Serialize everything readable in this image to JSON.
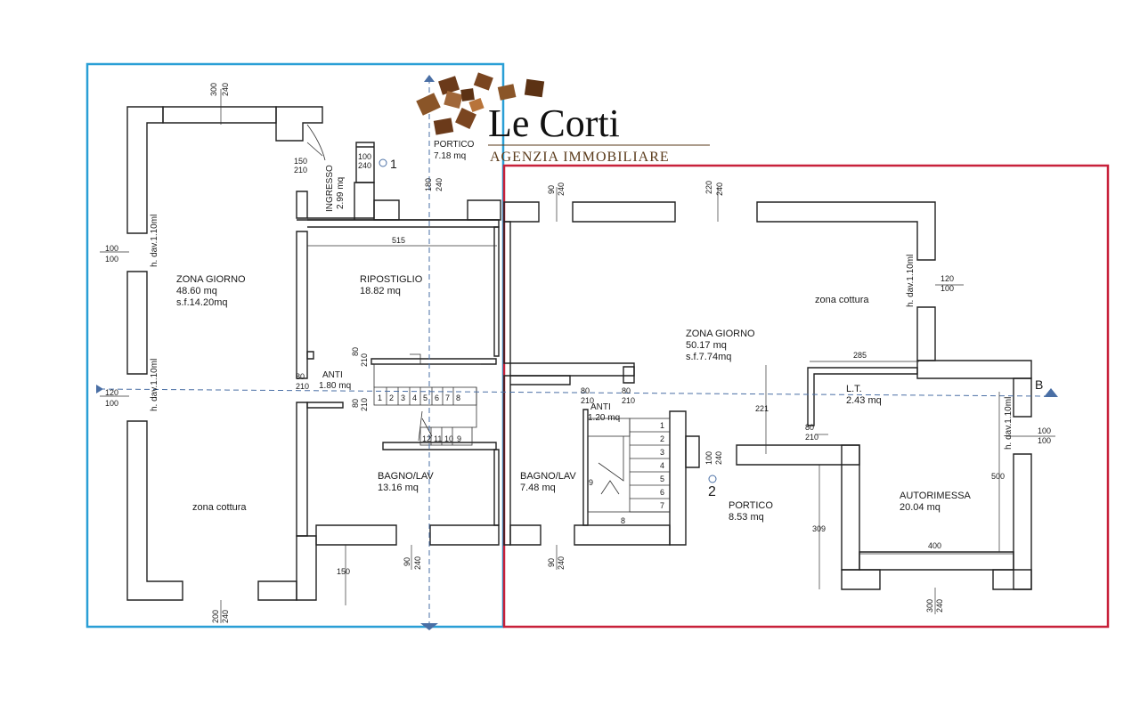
{
  "logo": {
    "title": "Le Corti",
    "subtitle": "AGENZIA IMMOBILIARE",
    "colors": {
      "brand": "#5a3a1a",
      "accent": "#b8743a"
    }
  },
  "units": {
    "left_border_color": "#2a9fd6",
    "right_border_color": "#c8213a"
  },
  "section_markers": {
    "one": "1",
    "two": "2",
    "b": "B"
  },
  "left": {
    "zona_giorno": {
      "name": "ZONA GIORNO",
      "area": "48.60 mq",
      "sf": "s.f.14.20mq"
    },
    "zona_cottura": "zona cottura",
    "ingresso": {
      "name": "INGRESSO",
      "area": "2.99 mq"
    },
    "portico": {
      "name": "PORTICO",
      "area": "7.18 mq"
    },
    "ripostiglio": {
      "name": "RIPOSTIGLIO",
      "area": "18.82 mq"
    },
    "anti": {
      "name": "ANTI",
      "area": "1.80 mq"
    },
    "bagno": {
      "name": "BAGNO/LAV",
      "area": "13.16 mq"
    },
    "hdav_top": "h. dav.1.10ml",
    "hdav_bottom": "h. dav.1.10ml",
    "stairs_top": [
      "1",
      "2",
      "3",
      "4",
      "5",
      "6",
      "7",
      "8"
    ],
    "stairs_bottom": [
      "12",
      "11",
      "10",
      "9"
    ]
  },
  "right": {
    "zona_giorno": {
      "name": "ZONA GIORNO",
      "area": "50.17 mq",
      "sf": "s.f.7.74mq"
    },
    "zona_cottura": "zona cottura",
    "lt": {
      "name": "L.T.",
      "area": "2.43 mq"
    },
    "anti": {
      "name": "ANTI",
      "area": "1.20 mq"
    },
    "bagno": {
      "name": "BAGNO/LAV",
      "area": "7.48 mq"
    },
    "portico": {
      "name": "PORTICO",
      "area": "8.53 mq"
    },
    "autorimessa": {
      "name": "AUTORIMESSA",
      "area": "20.04 mq"
    },
    "hdav_top": "h. dav.1.10ml",
    "hdav_right": "h. dav.1.10ml",
    "stairs": [
      "1",
      "2",
      "3",
      "4",
      "5",
      "6",
      "7"
    ],
    "stairs_extra": [
      "8",
      "9"
    ]
  },
  "dimensions": {
    "d300": "300",
    "d240": "240",
    "d150": "150",
    "d210": "210",
    "d100": "100",
    "d180": "180",
    "d515": "515",
    "d80": "80",
    "d120": "120",
    "d90": "90",
    "d200": "200",
    "d220": "220",
    "d285": "285",
    "d221": "221",
    "d500": "500",
    "d309": "309",
    "d400": "400"
  }
}
